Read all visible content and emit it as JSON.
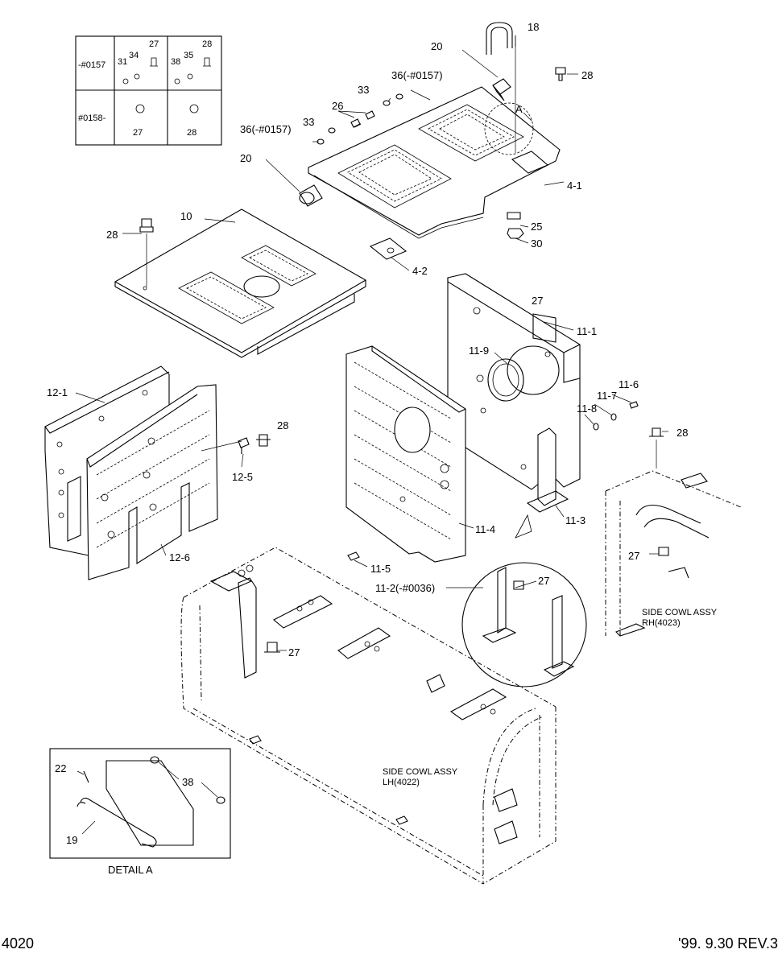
{
  "sheet": {
    "page_number": "4020",
    "revision": "'99. 9.30 REV.3"
  },
  "serial_table": {
    "row1_label": "-#0157",
    "row2_label": "#0158-",
    "row1_parts_a": [
      "31",
      "34",
      "27"
    ],
    "row1_parts_b": [
      "38",
      "35",
      "28"
    ],
    "row2_part_a": "27",
    "row2_part_b": "28"
  },
  "callouts": {
    "c18": "18",
    "c20_top": "20",
    "c36_top": "36(-#0157)",
    "c28_top": "28",
    "c33_top": "33",
    "cA": "A",
    "c26": "26",
    "c36_left": "36(-#0157)",
    "c33_left": "33",
    "c20_left": "20",
    "c4_1": "4-1",
    "c10": "10",
    "c28_cover": "28",
    "c25": "25",
    "c30": "30",
    "c4_2": "4-2",
    "c27_bracket": "27",
    "c11_1": "11-1",
    "c11_9": "11-9",
    "c12_1": "12-1",
    "c11_6": "11-6",
    "c11_7": "11-7",
    "c11_8": "11-8",
    "c28_mid": "28",
    "c12_5": "12-5",
    "c28_right": "28",
    "c11_3": "11-3",
    "c11_4": "11-4",
    "c12_6": "12-6",
    "c27_rh": "27",
    "c11_5": "11-5",
    "c11_2": "11-2(-#0036)",
    "c27_detail": "27",
    "c27_frame": "27",
    "c22": "22",
    "c38": "38",
    "c19": "19"
  },
  "labels": {
    "side_cowl_rh_1": "SIDE COWL ASSY",
    "side_cowl_rh_2": "RH(4023)",
    "side_cowl_lh_1": "SIDE COWL ASSY",
    "side_cowl_lh_2": "LH(4022)",
    "detail_a": "DETAIL  A"
  }
}
